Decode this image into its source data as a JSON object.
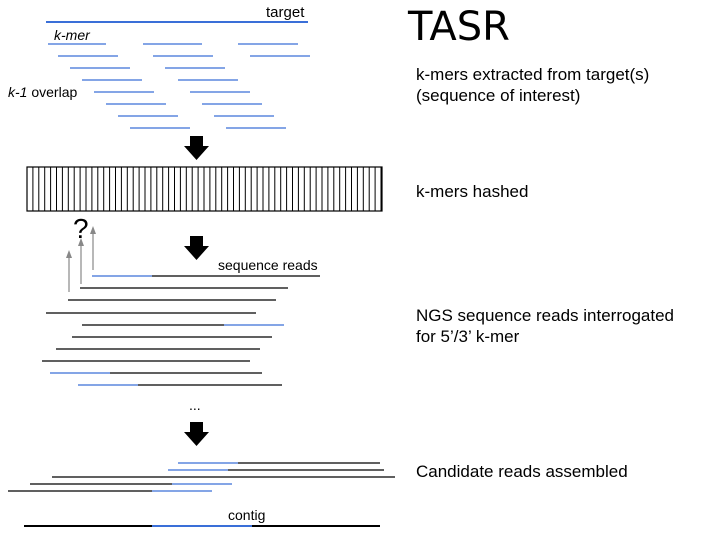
{
  "title": "TASR",
  "labels": {
    "target": "target",
    "kmer": "k-mer",
    "overlap_italic": "k-1",
    "overlap_rest": " overlap",
    "question": "?",
    "sequence_reads": "sequence reads",
    "ellipsis": "...",
    "contig": "contig"
  },
  "steps": [
    {
      "text": "k-mers extracted from target(s)\n(sequence of interest)"
    },
    {
      "text": "k-mers hashed"
    },
    {
      "text": "NGS sequence reads interrogated\nfor 5’/3’ k-mer"
    },
    {
      "text": "Candidate reads assembled"
    }
  ],
  "colors": {
    "blue": "#3a6fd8",
    "black": "#000000",
    "gray": "#888888"
  }
}
